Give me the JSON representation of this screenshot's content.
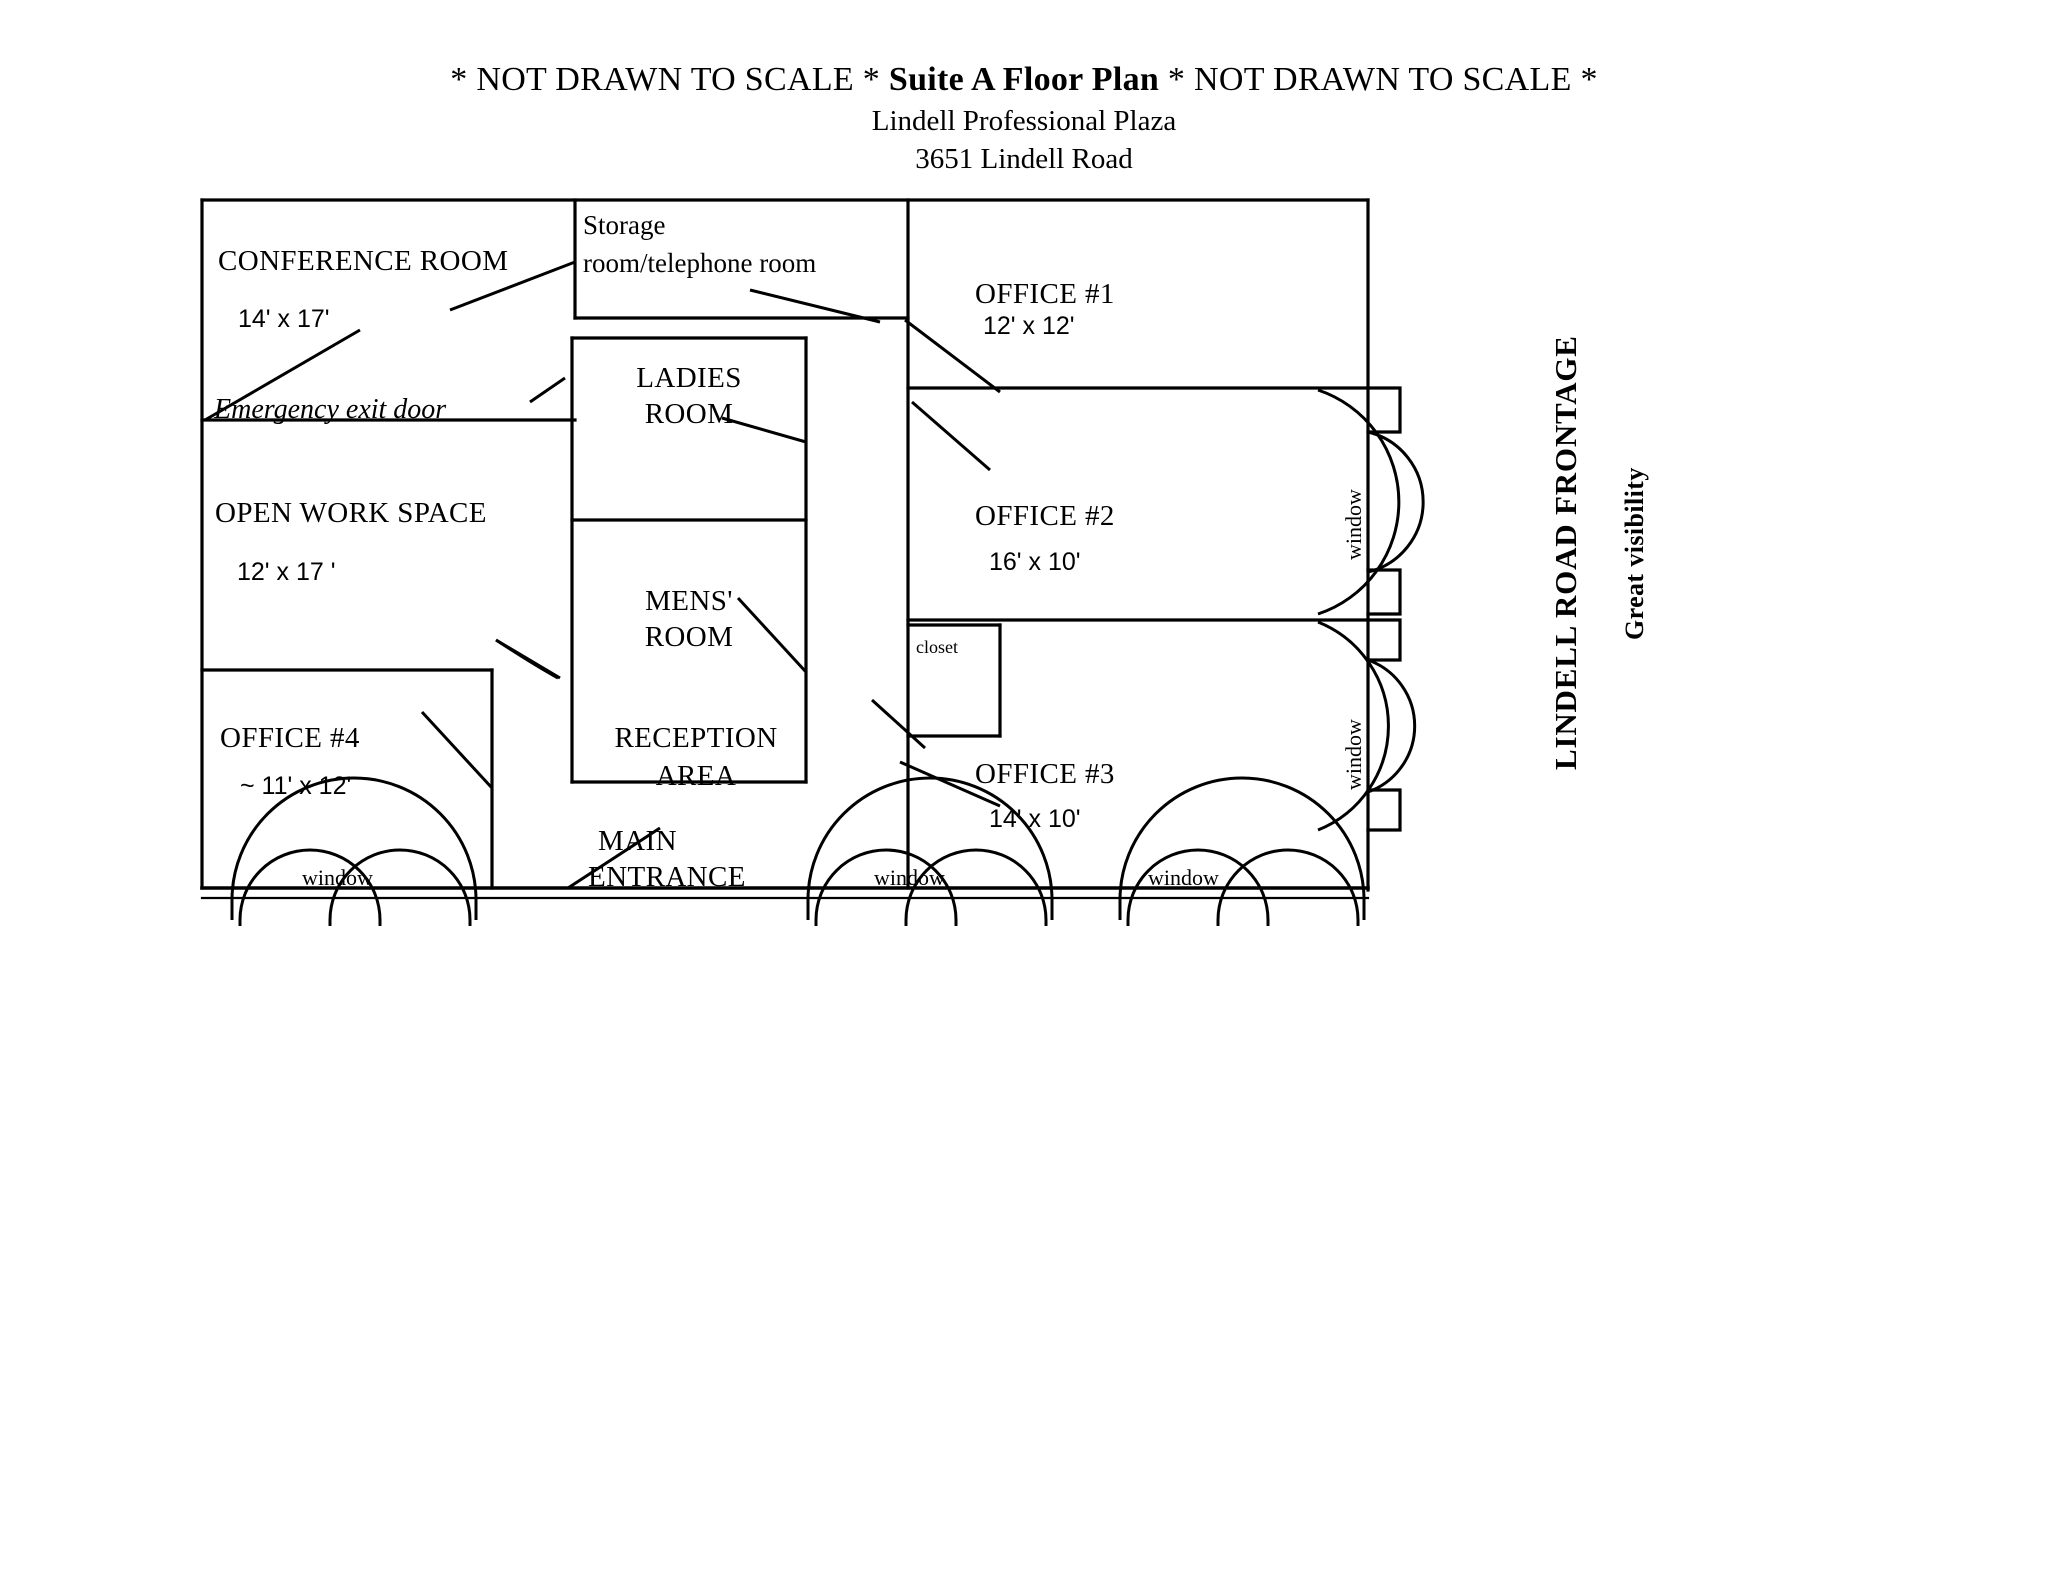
{
  "title": {
    "prefix_note": "* NOT DRAWN TO SCALE *",
    "main": "Suite A Floor Plan",
    "suffix_note": "* NOT DRAWN TO SCALE *",
    "building": "Lindell Professional Plaza",
    "address": "3651 Lindell Road"
  },
  "rooms": {
    "conference": {
      "name": "CONFERENCE ROOM",
      "dims": "14'  x 17'"
    },
    "storage": {
      "line1": "Storage",
      "line2": "room/telephone room"
    },
    "office1": {
      "name": "OFFICE #1",
      "dims": "12' x 12'"
    },
    "ladies": {
      "line1": "LADIES",
      "line2": "ROOM"
    },
    "open_work": {
      "name": "OPEN WORK SPACE",
      "dims": "12' x 17 '"
    },
    "office2": {
      "name": "OFFICE #2",
      "dims": "16' x 10'"
    },
    "mens": {
      "line1": "MENS'",
      "line2": "ROOM"
    },
    "closet": {
      "name": "closet"
    },
    "office4": {
      "name": "OFFICE #4",
      "dims": "~ 11' x 12'"
    },
    "reception": {
      "line1": "RECEPTION",
      "line2": "AREA"
    },
    "office3": {
      "name": "OFFICE #3",
      "dims": "14' x 10'"
    }
  },
  "annotations": {
    "emergency_exit": "Emergency exit door",
    "main_entrance": {
      "line1": "MAIN",
      "line2": "ENTRANCE"
    }
  },
  "windows": {
    "label": "window",
    "right_upper": "window",
    "right_lower": "window",
    "bottom_left": "window",
    "bottom_center": "window",
    "bottom_right": "window"
  },
  "side_notes": {
    "frontage": "LINDELL ROAD FRONTAGE",
    "visibility": "Great visibility"
  },
  "colors": {
    "ink": "#000000",
    "paper": "#ffffff"
  }
}
